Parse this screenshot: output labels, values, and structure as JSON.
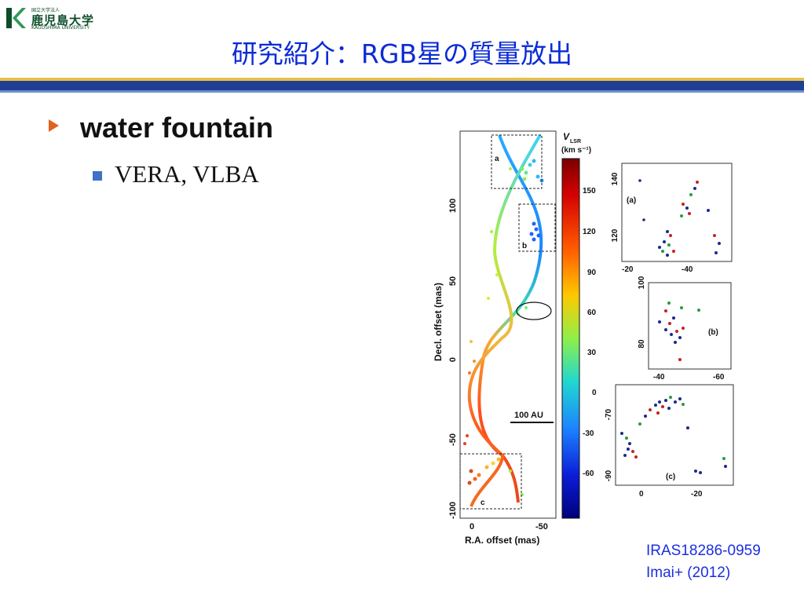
{
  "logo": {
    "top_text": "国立大学法人",
    "main_text": "鹿児島大学",
    "english_text": "KAGOSHIMA UNIVERSITY"
  },
  "title": "研究紹介：RGB星の質量放出",
  "bullets": {
    "level1": "water fountain",
    "level2": "VERA, VLBA"
  },
  "figure": {
    "main_panel": {
      "xlabel": "R.A. offset (mas)",
      "ylabel": "Decl. offset (mas)",
      "x_ticks": [
        "0",
        "-50"
      ],
      "y_ticks": [
        "100",
        "50",
        "0",
        "-50",
        "-100"
      ],
      "box_labels": [
        "a",
        "b",
        "c"
      ],
      "scalebar": "100 AU"
    },
    "colorbar": {
      "title_v": "V",
      "title_sub": "LSR",
      "unit": "(km s⁻¹)",
      "ticks": [
        "150",
        "120",
        "90",
        "60",
        "30",
        "0",
        "-30",
        "-60"
      ]
    },
    "panel_a": {
      "label": "(a)",
      "y_ticks": [
        "140",
        "120"
      ],
      "x_ticks": [
        "-20",
        "-40"
      ]
    },
    "panel_b": {
      "label": "(b)",
      "y_ticks": [
        "100",
        "80"
      ],
      "x_ticks": [
        "-40",
        "-60"
      ]
    },
    "panel_c": {
      "label": "(c)",
      "y_ticks": [
        "-70",
        "-90"
      ],
      "x_ticks": [
        "0",
        "-20"
      ]
    }
  },
  "caption": {
    "line1": "IRAS18286-0959",
    "line2": "Imai+ (2012)"
  },
  "colors": {
    "title": "#0b2bd6",
    "rule_gold": "#e8c04a",
    "rule_navy": "#1f3f93",
    "bullet_orange": "#e0621c",
    "bullet_blue": "#3f71c4",
    "caption": "#1c2ee0",
    "logo_green": "#0d4d2a"
  }
}
